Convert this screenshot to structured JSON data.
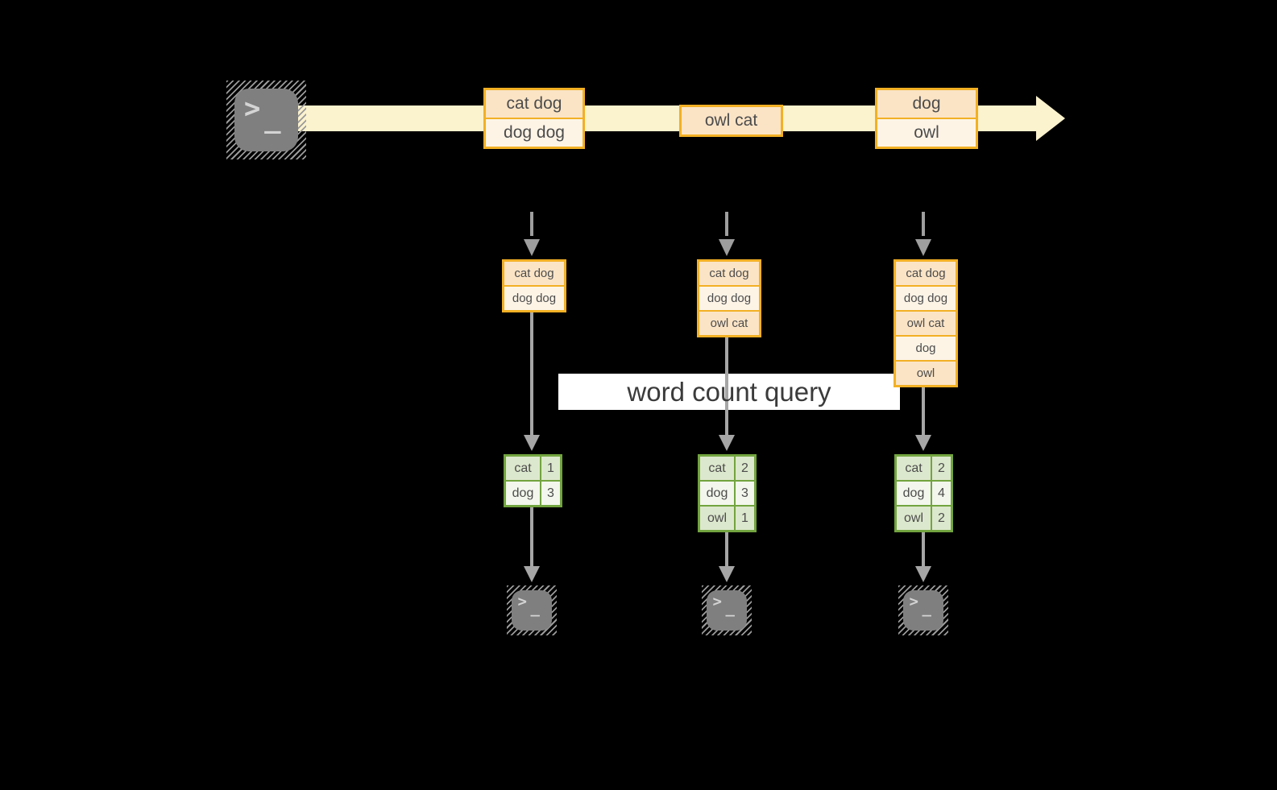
{
  "diagram": {
    "query_label": "word count query",
    "stream": {
      "source_icon": "terminal-icon",
      "batches": [
        {
          "records": [
            "cat dog",
            "dog dog"
          ]
        },
        {
          "records": [
            "owl cat"
          ]
        },
        {
          "records": [
            "dog",
            "owl"
          ]
        }
      ]
    },
    "micro_batches": [
      {
        "accumulated_records": [
          "cat dog",
          "dog dog"
        ],
        "counts": [
          {
            "word": "cat",
            "value": "1"
          },
          {
            "word": "dog",
            "value": "3"
          }
        ],
        "sink_icon": "terminal-icon"
      },
      {
        "accumulated_records": [
          "cat dog",
          "dog dog",
          "owl cat"
        ],
        "counts": [
          {
            "word": "cat",
            "value": "2"
          },
          {
            "word": "dog",
            "value": "3"
          },
          {
            "word": "owl",
            "value": "1"
          }
        ],
        "sink_icon": "terminal-icon"
      },
      {
        "accumulated_records": [
          "cat dog",
          "dog dog",
          "owl cat",
          "dog",
          "owl"
        ],
        "counts": [
          {
            "word": "cat",
            "value": "2"
          },
          {
            "word": "dog",
            "value": "4"
          },
          {
            "word": "owl",
            "value": "2"
          }
        ],
        "sink_icon": "terminal-icon"
      }
    ],
    "colors": {
      "background": "#000000",
      "stream_band": "#FBF2CE",
      "amber_border": "#F2B024",
      "record_fill_dark": "#FBE4C6",
      "record_fill_light": "#FDF4E6",
      "green_border": "#72A43F",
      "count_fill_dark": "#DCE8CD",
      "count_fill_light": "#F2F6EC",
      "arrow_gray": "#A6A6A6",
      "terminal_gray": "#7F7F7F",
      "label_text": "#3B3B3B",
      "record_text": "#4C4C4C"
    }
  }
}
